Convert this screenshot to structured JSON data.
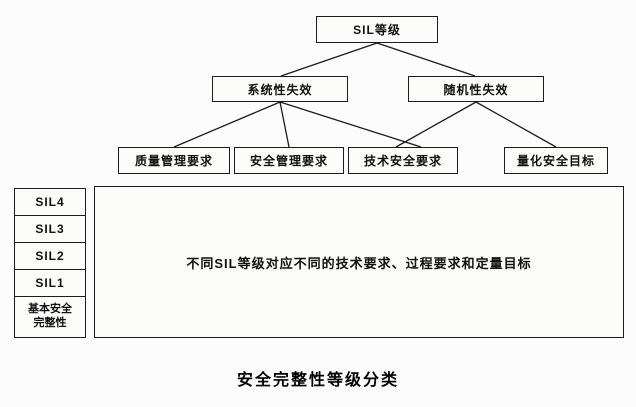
{
  "diagram": {
    "root": {
      "label": "SIL等级"
    },
    "level2": [
      {
        "label": "系统性失效"
      },
      {
        "label": "随机性失效"
      }
    ],
    "level3": [
      {
        "label": "质量管理要求"
      },
      {
        "label": "安全管理要求"
      },
      {
        "label": "技术安全要求"
      },
      {
        "label": "量化安全目标"
      }
    ],
    "sil_stack": [
      {
        "label": "SIL4"
      },
      {
        "label": "SIL3"
      },
      {
        "label": "SIL2"
      },
      {
        "label": "SIL1"
      },
      {
        "label": "基本安全\n完整性"
      }
    ],
    "big_box": {
      "label": "不同SIL等级对应不同的技术要求、过程要求和定量目标"
    },
    "caption": "安全完整性等级分类"
  }
}
